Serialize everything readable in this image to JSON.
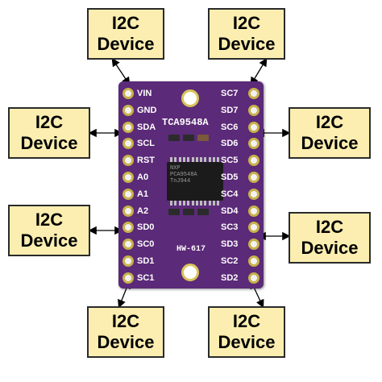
{
  "device_label_line1": "I2C",
  "device_label_line2": "Device",
  "board": {
    "chip_name": "TCA9548A",
    "model": "HW-617",
    "chip_marking": [
      "NXP",
      "PCA9548A",
      "TnJ944"
    ],
    "left_pins": [
      "VIN",
      "GND",
      "SDA",
      "SCL",
      "RST",
      "A0",
      "A1",
      "A2",
      "SD0",
      "SC0",
      "SD1",
      "SC1"
    ],
    "right_pins": [
      "SC7",
      "SD7",
      "SC6",
      "SD6",
      "SC5",
      "SD5",
      "SC4",
      "SD4",
      "SC3",
      "SD3",
      "SC2",
      "SD2"
    ]
  },
  "colors": {
    "board": "#5b2a78",
    "box_fill": "#fbeeb0",
    "pin_ring": "#c9b24a"
  }
}
